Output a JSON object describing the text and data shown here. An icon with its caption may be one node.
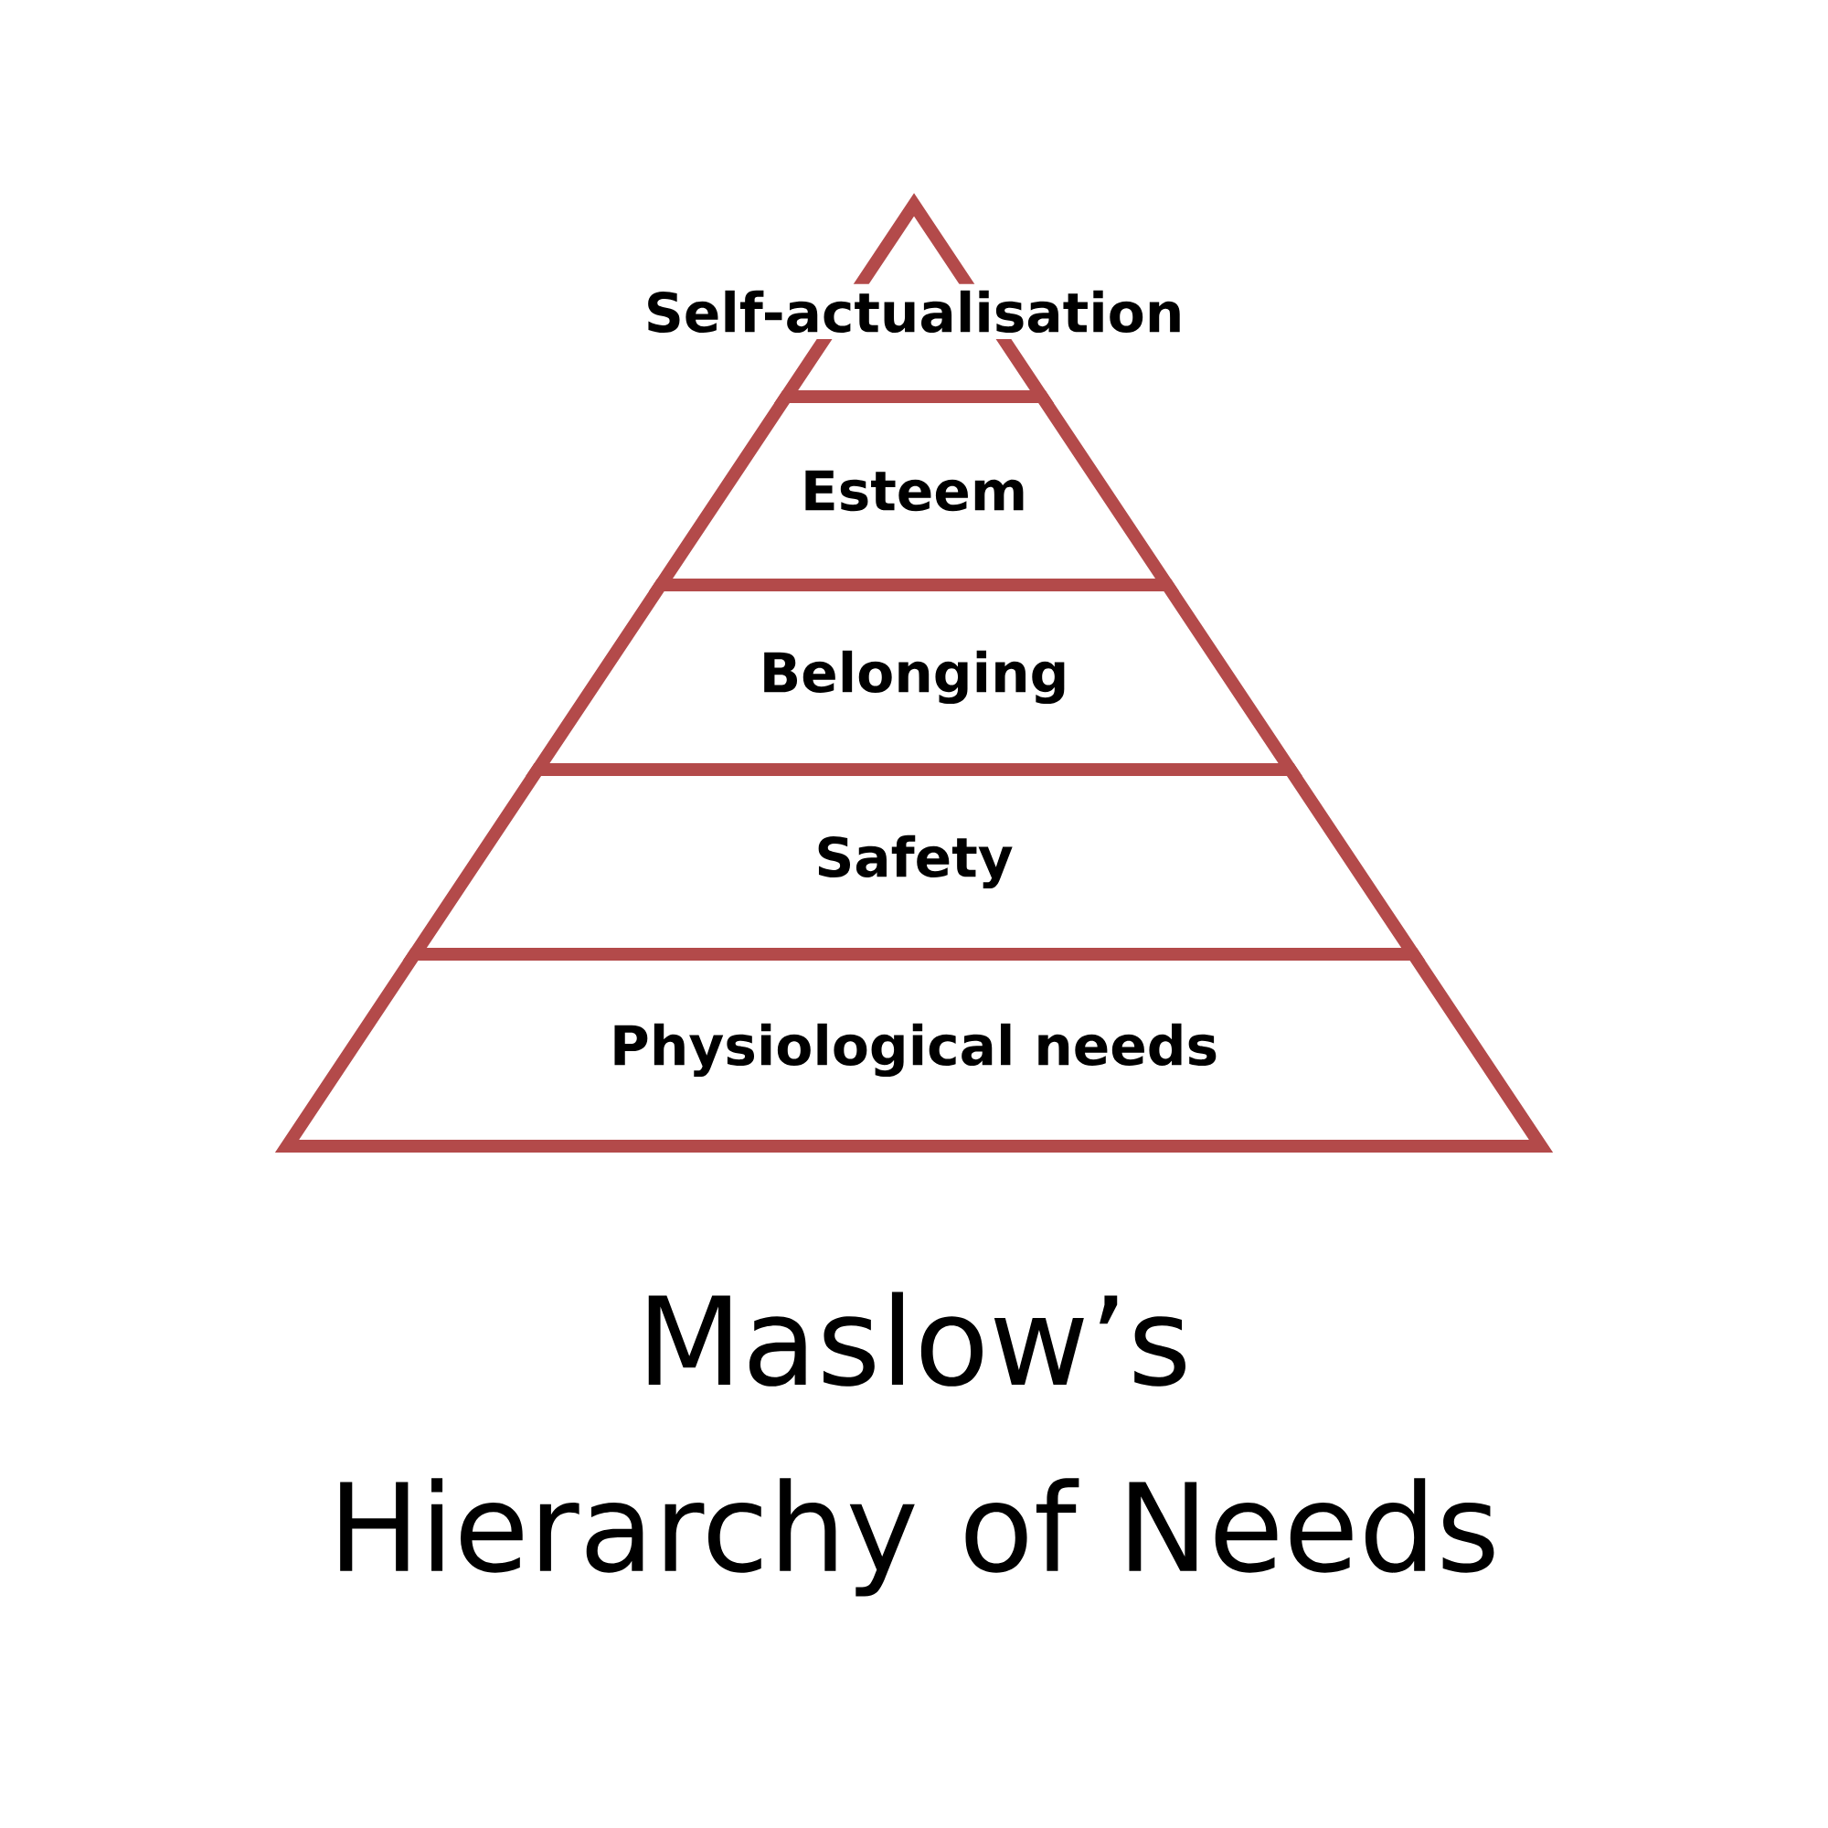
{
  "diagram": {
    "title": "Maslow’s Hierarchy of Needs",
    "nodes": [
      {
        "text": [
          "Self-actualisation"
        ]
      },
      {
        "text": [
          "Esteem"
        ]
      },
      {
        "text": [
          "Belonging"
        ]
      },
      {
        "text": [
          "Safety"
        ]
      },
      {
        "text": [
          "Physiological needs"
        ]
      }
    ]
  }
}
